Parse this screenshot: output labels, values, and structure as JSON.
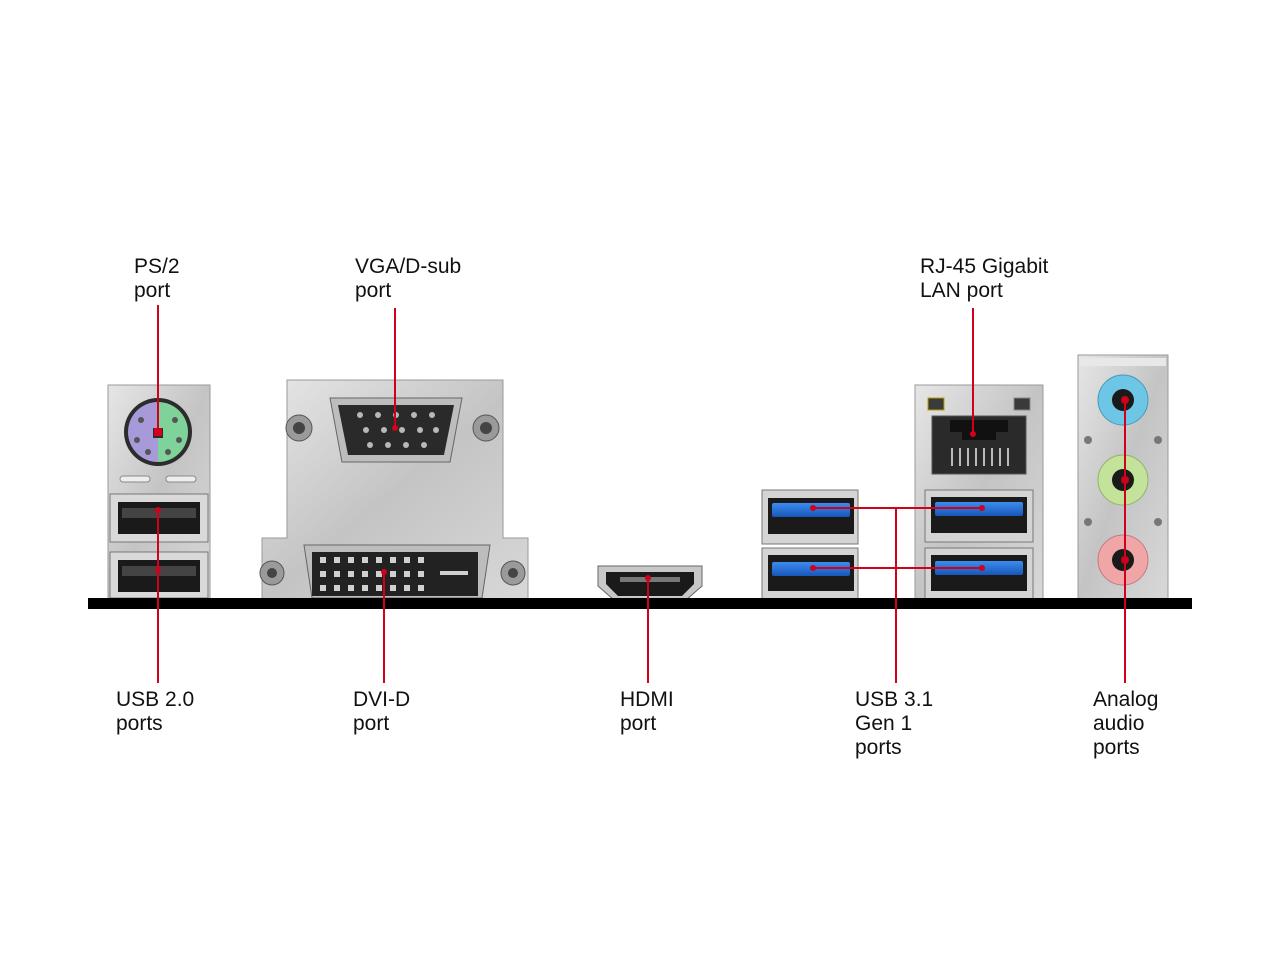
{
  "colors": {
    "callout": "#d0021b",
    "baseline": "#000000",
    "metal": "#c9c9c9",
    "usb3_blue": "#1e6fd6",
    "ps2_purple": "#a89ad8",
    "ps2_green": "#7fd39a",
    "audio_blue": "#6ec6e6",
    "audio_green": "#c4e39a",
    "audio_pink": "#f0a6a6"
  },
  "labels": {
    "ps2": {
      "line1": "PS/2",
      "line2": "port"
    },
    "vga": {
      "line1": "VGA/D-sub",
      "line2": "port"
    },
    "rj45": {
      "line1": "RJ-45 Gigabit",
      "line2": "LAN port"
    },
    "usb2": {
      "line1": "USB 2.0",
      "line2": "ports"
    },
    "dvi": {
      "line1": "DVI-D",
      "line2": "port"
    },
    "hdmi": {
      "line1": "HDMI",
      "line2": "port"
    },
    "usb31": {
      "line1": "USB 3.1",
      "line2": "Gen 1",
      "line3": "ports"
    },
    "audio": {
      "line1": "Analog",
      "line2": "audio",
      "line3": "ports"
    }
  },
  "components": [
    {
      "name": "ps2-port",
      "icon": "ps2-connector-icon"
    },
    {
      "name": "usb2-ports",
      "icon": "usb-a-icon",
      "count": 2
    },
    {
      "name": "vga-port",
      "icon": "vga-connector-icon"
    },
    {
      "name": "dvi-d-port",
      "icon": "dvi-connector-icon"
    },
    {
      "name": "hdmi-port",
      "icon": "hdmi-connector-icon"
    },
    {
      "name": "usb31-gen1-ports",
      "icon": "usb3-a-icon",
      "count": 4
    },
    {
      "name": "rj45-lan-port",
      "icon": "ethernet-jack-icon"
    },
    {
      "name": "analog-audio-ports",
      "icon": "audio-jack-icon",
      "count": 3
    }
  ]
}
